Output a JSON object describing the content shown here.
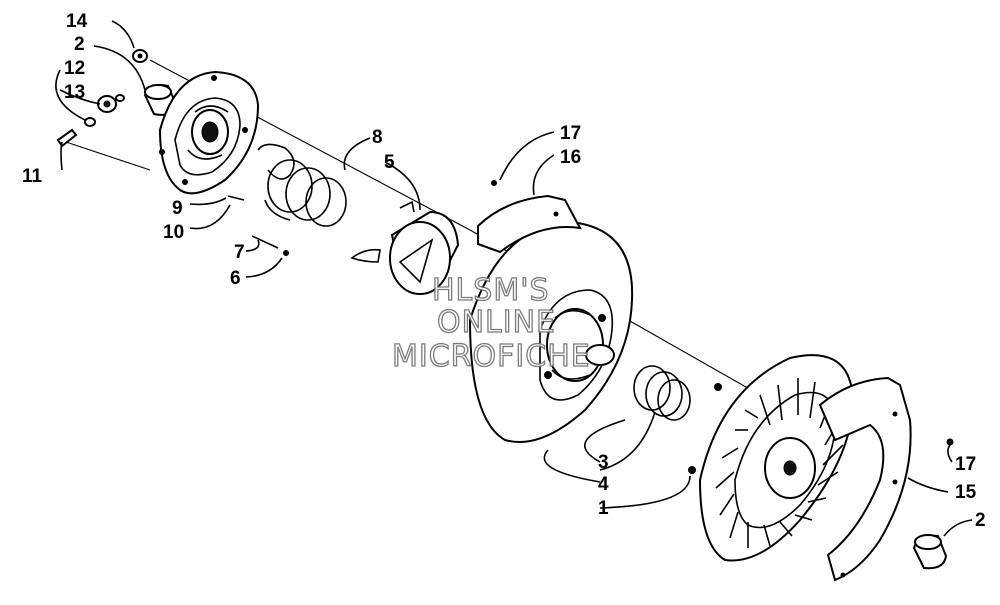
{
  "callouts": {
    "c14": "14",
    "c2_top": "2",
    "c12": "12",
    "c13": "13",
    "c11": "11",
    "c9": "9",
    "c10": "10",
    "c8": "8",
    "c5": "5",
    "c7": "7",
    "c6": "6",
    "c17_top": "17",
    "c16": "16",
    "c3": "3",
    "c4": "4",
    "c1": "1",
    "c17_right": "17",
    "c15": "15",
    "c2_bottom": "2"
  },
  "watermark": {
    "line1": "HLSM'S",
    "line2": "ONLINE",
    "line3": "MICROFICHE"
  }
}
